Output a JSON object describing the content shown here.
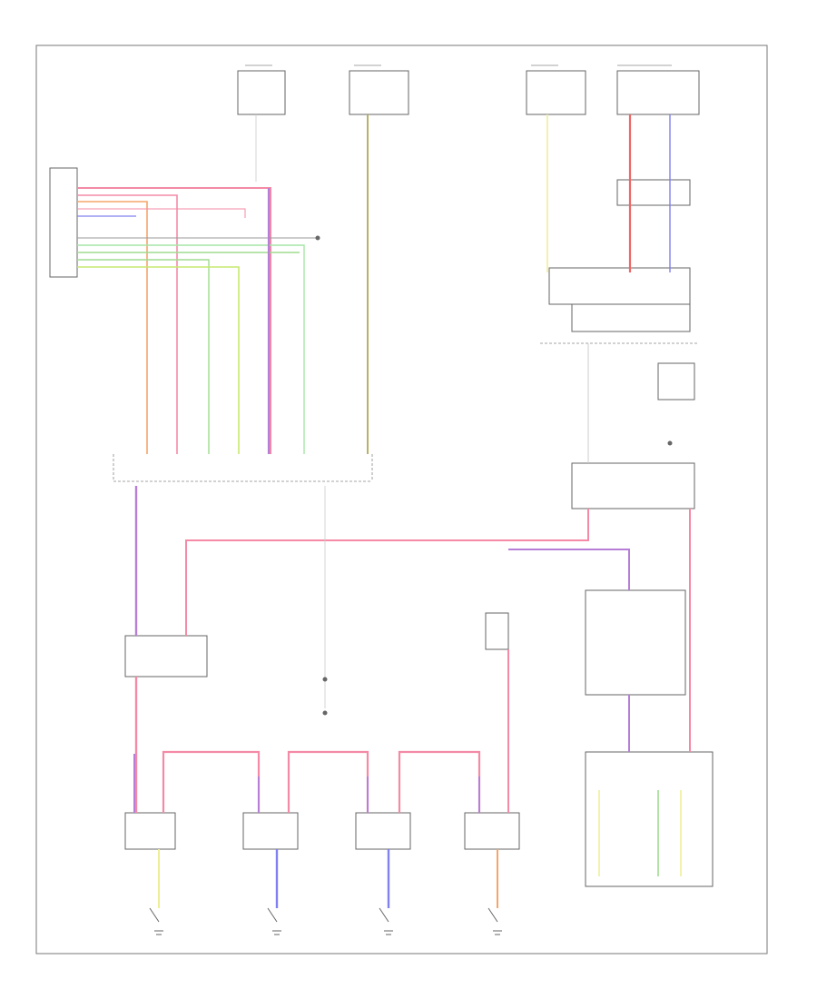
{
  "diagram_title": "",
  "footer_code": "",
  "wire_colors": {
    "pink": "#f48aa6",
    "violet": "#b77ed8",
    "orange": "#f5a56a",
    "green": "#9edc8f",
    "yellowgreen": "#c8e870",
    "blue": "#8080f0",
    "olive": "#b2a85a",
    "yellow": "#eeee99",
    "gray": "#999999",
    "red": "#ee6666",
    "lightgreen": "#a5e6a5"
  },
  "components": [
    {
      "id": "airbag-ecu",
      "icon": "connector-block"
    },
    {
      "id": "fuse-block-top",
      "icon": "fuse-box"
    },
    {
      "id": "relay-module",
      "icon": "relay-box"
    },
    {
      "id": "occupant-sensor",
      "icon": "sensor-box"
    },
    {
      "id": "control-unit-lower",
      "icon": "module-box"
    },
    {
      "id": "seat-sensor-1",
      "icon": "sensor-box"
    },
    {
      "id": "seat-sensor-2",
      "icon": "sensor-box"
    },
    {
      "id": "seat-sensor-3",
      "icon": "sensor-box"
    },
    {
      "id": "seat-sensor-4",
      "icon": "sensor-box"
    },
    {
      "id": "right-module",
      "icon": "module-box"
    }
  ],
  "grounds": [
    {
      "id": "ground-1",
      "icon": "ground-symbol"
    },
    {
      "id": "ground-2",
      "icon": "ground-symbol"
    },
    {
      "id": "ground-3",
      "icon": "ground-symbol"
    },
    {
      "id": "ground-4",
      "icon": "ground-symbol"
    }
  ]
}
